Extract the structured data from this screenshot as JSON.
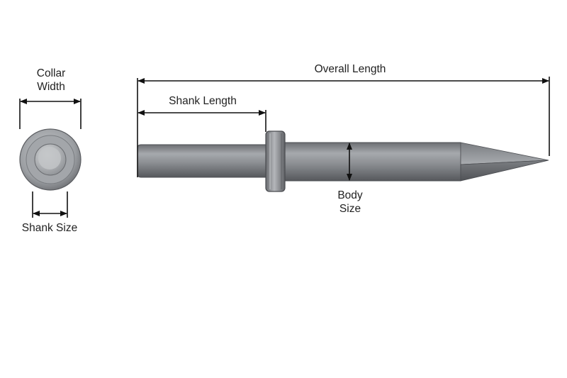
{
  "labels": {
    "collar_width": [
      "Collar",
      "Width"
    ],
    "shank_size": "Shank Size",
    "overall_length": "Overall Length",
    "shank_length": "Shank Length",
    "body_size": [
      "Body",
      "Size"
    ]
  },
  "colors": {
    "background": "#ffffff",
    "steel_dark": "#5d5f63",
    "steel_mid": "#8d9095",
    "steel_light": "#c4c6c9",
    "dimension_line": "#111111"
  }
}
